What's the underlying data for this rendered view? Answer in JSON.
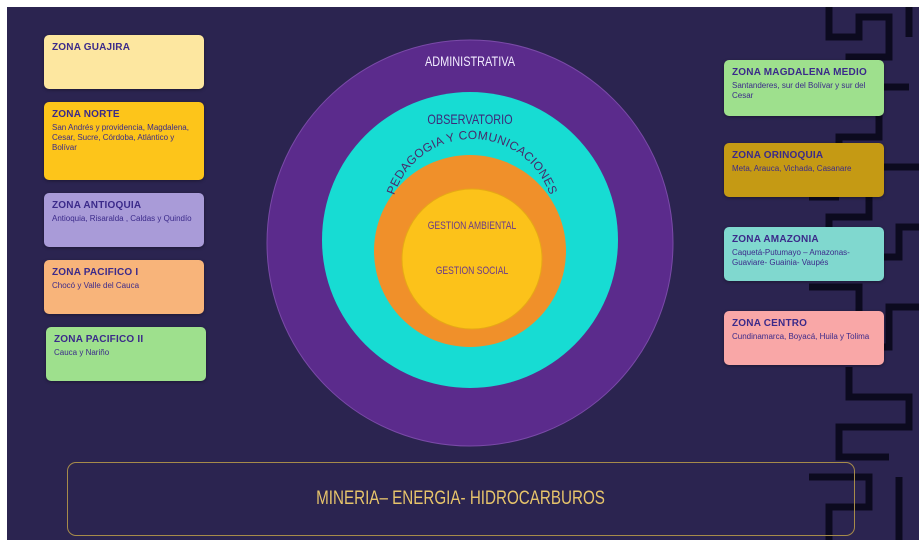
{
  "left_zones": [
    {
      "title": "ZONA GUAJIRA",
      "desc": "",
      "color": "#fde7a0"
    },
    {
      "title": "ZONA NORTE",
      "desc": "San Andrés y providencia, Magdalena, Cesar, Sucre, Córdoba, Atlántico y Bolívar",
      "color": "#fdc51a"
    },
    {
      "title": "ZONA ANTIOQUIA",
      "desc": "Antioquia, Risaralda , Caldas y Quindío",
      "color": "#a99bd8"
    },
    {
      "title": "ZONA PACIFICO I",
      "desc": "Chocó y Valle del Cauca",
      "color": "#f8b47a"
    },
    {
      "title": "ZONA PACIFICO II",
      "desc": "Cauca y Nariño",
      "color": "#9ee08d"
    }
  ],
  "right_zones": [
    {
      "title": "ZONA MAGDALENA MEDIO",
      "desc": "Santanderes, sur del Bolívar y sur del Cesar",
      "color": "#9ee08d"
    },
    {
      "title": "ZONA ORINOQUIA",
      "desc": "Meta, Arauca, Vichada, Casanare",
      "color": "#c59a14"
    },
    {
      "title": "ZONA AMAZONIA",
      "desc": "Caquetá-Putumayo – Amazonas-Guaviare- Guainia- Vaupés",
      "color": "#80d8cf"
    },
    {
      "title": "ZONA CENTRO",
      "desc": "Cundinamarca, Boyacá, Huila y Tolima",
      "color": "#f9a7a7"
    }
  ],
  "rings": {
    "administrativa": "ADMINISTRATIVA",
    "observatorio": "OBSERVATORIO",
    "pedagogia": "PEDAGOGIA Y COMUNICACIONES",
    "gestion_ambiental": "GESTION AMBIENTAL",
    "gestion_social": "GESTION SOCIAL"
  },
  "colors": {
    "background": "#2b2450",
    "ring_outer": "#5b2b8c",
    "ring_observatorio": "#17dcd3",
    "ring_pedagogia": "#f0902a",
    "ring_core": "#fcc21a"
  },
  "bottom_bar": "MINERIA– ENERGIA- HIDROCARBUROS"
}
